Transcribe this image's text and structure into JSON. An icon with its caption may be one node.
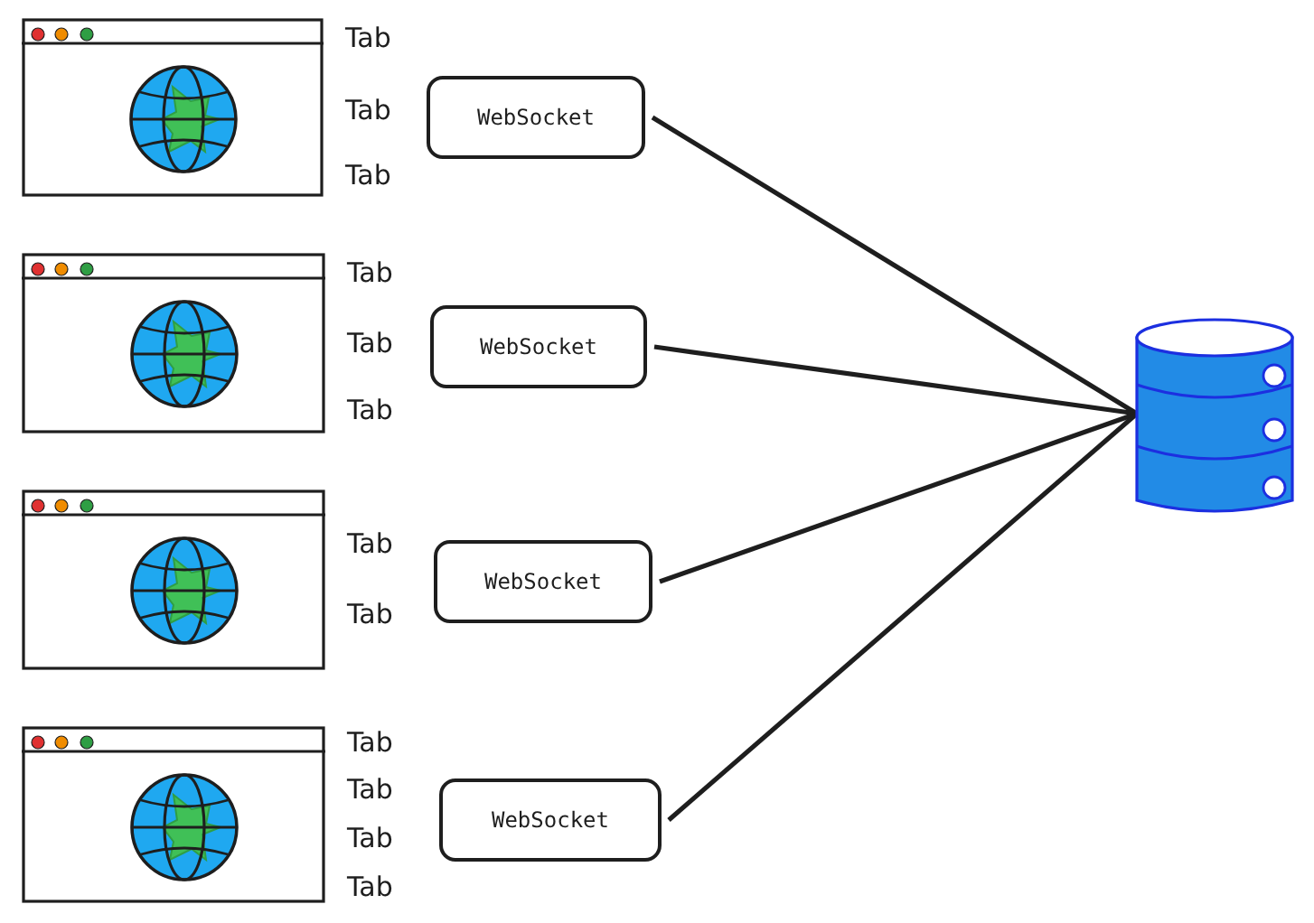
{
  "diagram": {
    "nodes": [
      {
        "text": [],
        "shape": "picture",
        "beside": [
          "Tab",
          "Tab",
          "Tab"
        ]
      },
      {
        "text": [
          "WebSocket"
        ]
      },
      {
        "text": [],
        "shape": "picture",
        "beside": [
          "Tab",
          "Tab",
          "Tab"
        ]
      },
      {
        "text": [
          "WebSocket"
        ]
      },
      {
        "text": [],
        "shape": "picture",
        "beside": [
          "Tab",
          "Tab"
        ]
      },
      {
        "text": [
          "WebSocket"
        ]
      },
      {
        "text": [],
        "shape": "picture",
        "beside": [
          "Tab",
          "Tab",
          "Tab",
          "Tab"
        ]
      },
      {
        "text": [
          "WebSocket"
        ]
      },
      {
        "text": [],
        "shape": "cylinder"
      }
    ],
    "edges": [
      {
        "from": 1,
        "to": 8,
        "arrow": "none"
      },
      {
        "from": 3,
        "to": 8,
        "arrow": "none"
      },
      {
        "from": 5,
        "to": 8,
        "arrow": "none"
      },
      {
        "from": 7,
        "to": 8,
        "arrow": "none"
      }
    ]
  }
}
